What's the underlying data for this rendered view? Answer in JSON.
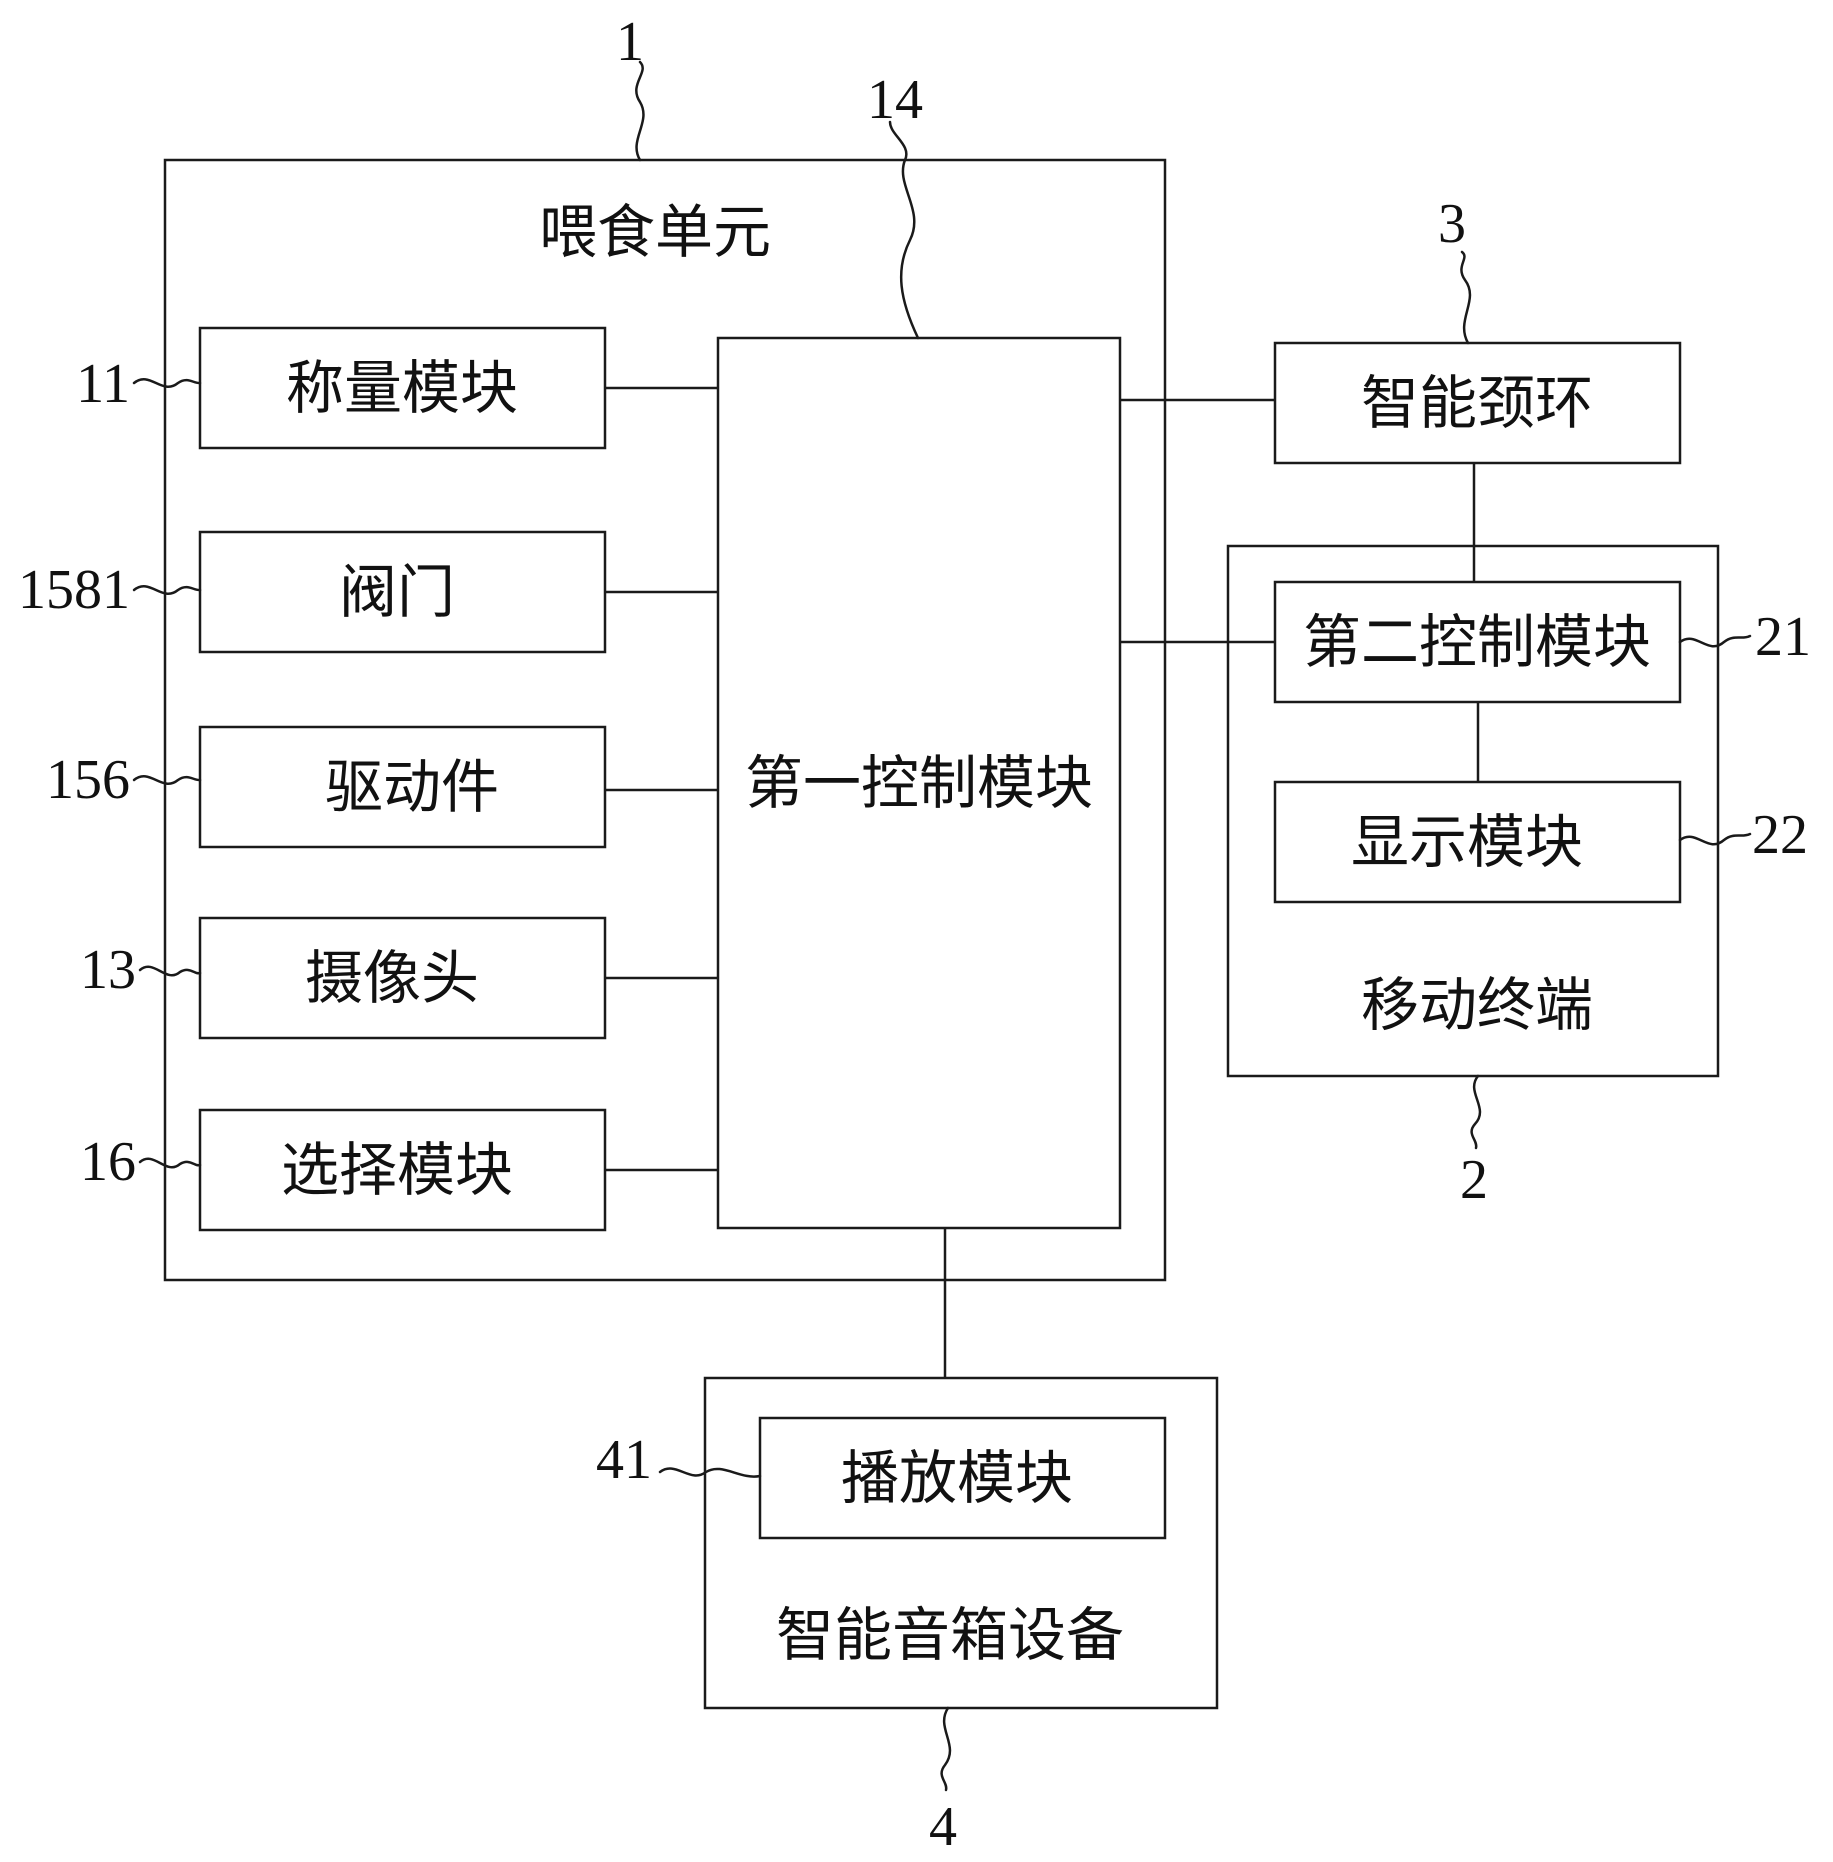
{
  "feeding_unit": {
    "ref": "1",
    "title": "喂食单元",
    "modules": [
      {
        "ref": "11",
        "label": "称量模块"
      },
      {
        "ref": "1581",
        "label": "阀门"
      },
      {
        "ref": "156",
        "label": "驱动件"
      },
      {
        "ref": "13",
        "label": "摄像头"
      },
      {
        "ref": "16",
        "label": "选择模块"
      }
    ],
    "controller": {
      "ref": "14",
      "label": "第一控制模块"
    }
  },
  "smart_collar": {
    "ref": "3",
    "label": "智能颈环"
  },
  "mobile_terminal": {
    "ref": "2",
    "title": "移动终端",
    "controller": {
      "ref": "21",
      "label": "第二控制模块"
    },
    "display": {
      "ref": "22",
      "label": "显示模块"
    }
  },
  "smart_speaker": {
    "ref": "4",
    "title": "智能音箱设备",
    "play_module": {
      "ref": "41",
      "label": "播放模块"
    }
  }
}
